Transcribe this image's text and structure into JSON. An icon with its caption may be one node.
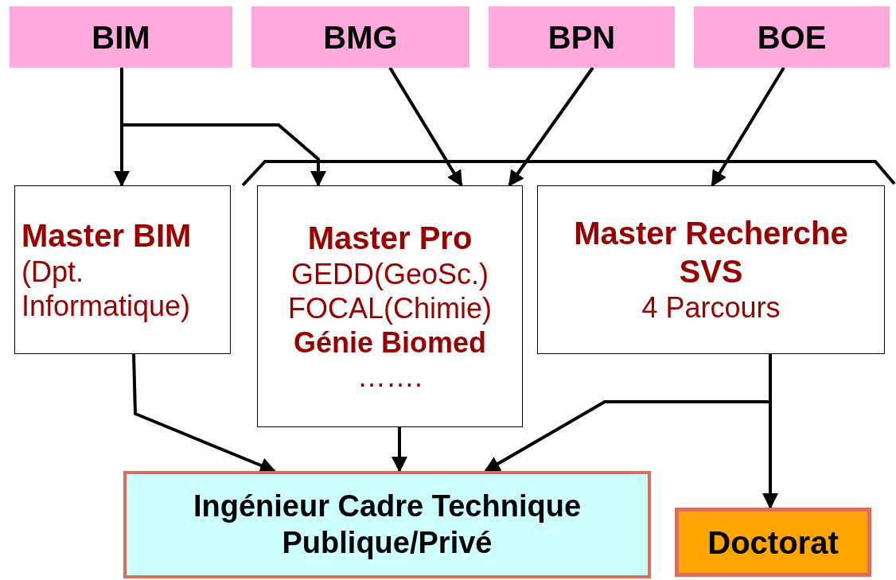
{
  "diagram": {
    "nodes": [
      {
        "text": [
          "BIM"
        ]
      },
      {
        "text": [
          "BMG"
        ]
      },
      {
        "text": [
          "BPN"
        ]
      },
      {
        "text": [
          "BOE"
        ]
      },
      {
        "text": [
          "Master BIM",
          "(Dpt. Informatique)"
        ]
      },
      {
        "text": [
          "Master Pro",
          "GEDD(GeoSc.)",
          "FOCAL(Chimie)",
          "Génie Biomed",
          "……."
        ]
      },
      {
        "text": [
          "Master Recherche SVS",
          "4 Parcours"
        ]
      },
      {
        "text": [
          "Ingénieur Cadre Technique Publique/Privé"
        ]
      },
      {
        "text": [
          "Doctorat"
        ]
      }
    ],
    "edges": [
      {
        "from": 0,
        "to": 4,
        "arrow": "to"
      },
      {
        "from": 0,
        "to": 5,
        "arrow": "to"
      },
      {
        "from": 1,
        "to": 5,
        "arrow": "to"
      },
      {
        "from": 2,
        "to": 5,
        "arrow": "to"
      },
      {
        "from": 3,
        "to": 6,
        "arrow": "to"
      },
      {
        "from": 4,
        "to": 7,
        "arrow": "to"
      },
      {
        "from": 5,
        "to": 7,
        "arrow": "to"
      },
      {
        "from": 6,
        "to": 7,
        "arrow": "to"
      },
      {
        "from": 6,
        "to": 8,
        "arrow": "to"
      }
    ]
  }
}
